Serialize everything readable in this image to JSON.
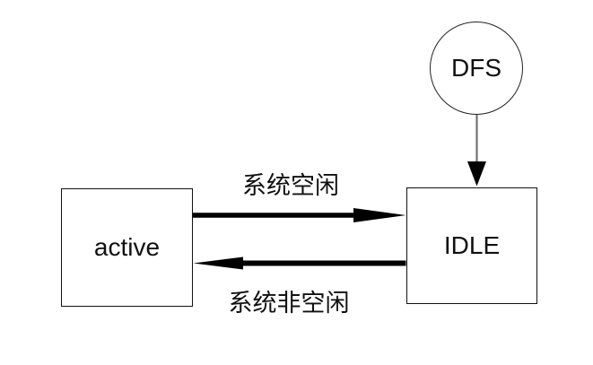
{
  "diagram": {
    "nodes": {
      "dfs": {
        "label": "DFS",
        "shape": "circle"
      },
      "active": {
        "label": "active",
        "shape": "rectangle"
      },
      "idle": {
        "label": "IDLE",
        "shape": "rectangle"
      }
    },
    "edges": {
      "active_to_idle": {
        "from": "active",
        "to": "IDLE",
        "label": "系统空闲",
        "style": "thick-black-arrow-right"
      },
      "idle_to_active": {
        "from": "IDLE",
        "to": "active",
        "label": "系统非空闲",
        "style": "thick-black-arrow-left"
      },
      "dfs_to_idle": {
        "from": "DFS",
        "to": "IDLE",
        "label": "",
        "style": "thin-gray-arrow-down"
      }
    },
    "colors": {
      "background": "#ffffff",
      "edge": "#000000",
      "connector_line": "#666666",
      "node_border": "#111111",
      "text": "#111111"
    }
  }
}
